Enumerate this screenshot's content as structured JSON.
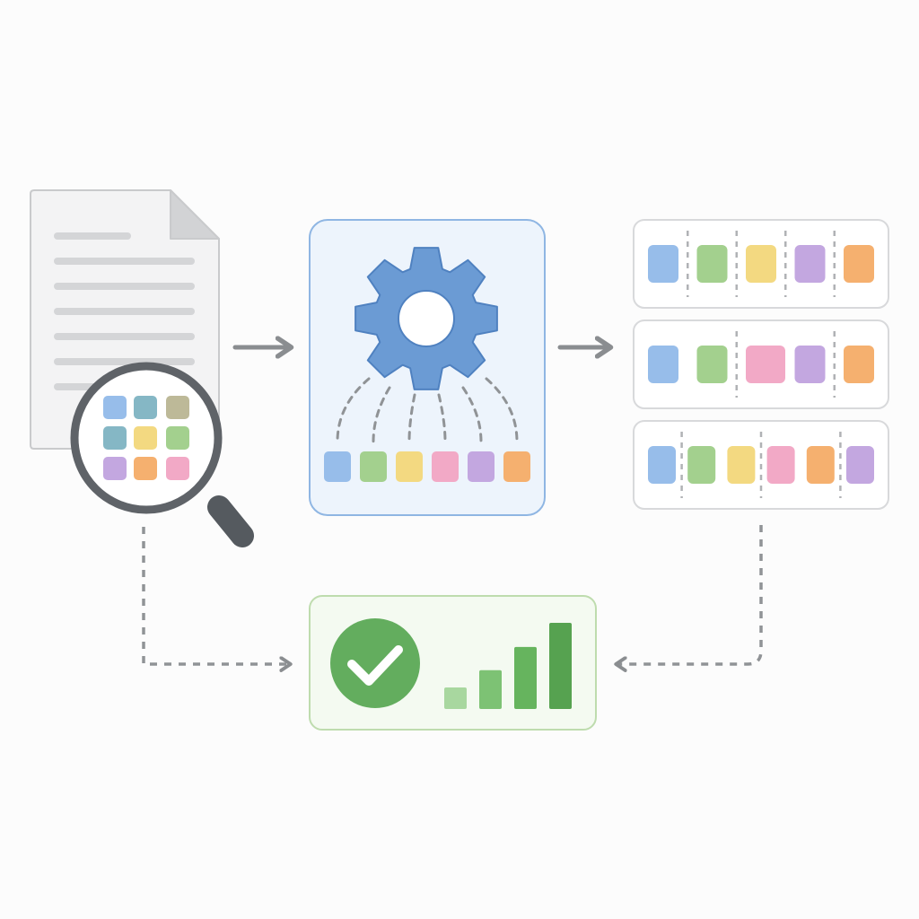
{
  "colors": {
    "background": "#fcfcfc",
    "arrow": "#8a8d90",
    "connector": "#909396",
    "doc_fill": "#f3f3f4",
    "doc_border": "#c9cacc",
    "doc_line": "#d4d5d7",
    "doc_fold": "#d2d3d5",
    "lens_ring": "#5f6368",
    "lens_handle": "#555a5f",
    "process_fill": "#edf4fc",
    "process_border": "#8fb6e3",
    "gear": "#6b9bd4",
    "gear_stroke": "#4f81c0",
    "row_fill": "#ffffff",
    "row_border": "#d8d9db",
    "divider": "#b0b2b5",
    "result_fill": "#f4faf1",
    "result_border": "#bedcae",
    "check_circle": "#63ad5e",
    "check_mark": "#ffffff",
    "bar_shades": [
      "#a8d79f",
      "#7dc274",
      "#66b45e",
      "#56a250"
    ]
  },
  "token_palette": {
    "blue": "#97bdea",
    "teal": "#85b7c5",
    "olive": "#bdb998",
    "green": "#a3d08e",
    "yellow": "#f3d981",
    "pink": "#f2a9c6",
    "purple": "#c3a7e0",
    "orange": "#f5b06f"
  },
  "icons": {
    "document": "document-icon",
    "magnifier": "magnifying-glass-icon",
    "gear": "gear-icon",
    "check": "checkmark-circle-icon",
    "bars": "bar-chart-icon",
    "arrow": "arrow-right-icon"
  },
  "source": {
    "token_grid": [
      [
        "blue",
        "teal",
        "olive"
      ],
      [
        "teal",
        "yellow",
        "green"
      ],
      [
        "purple",
        "orange",
        "pink"
      ]
    ]
  },
  "processor": {
    "output_tokens": [
      "blue",
      "green",
      "yellow",
      "pink",
      "purple",
      "orange"
    ]
  },
  "segmented_rows": [
    {
      "tokens": [
        "blue",
        "green",
        "yellow",
        "purple",
        "orange"
      ],
      "divider_after": [
        0,
        1,
        2,
        3
      ]
    },
    {
      "tokens": [
        "blue",
        "green",
        "pink",
        "purple",
        "orange"
      ],
      "divider_after": [
        1,
        3
      ]
    },
    {
      "tokens": [
        "blue",
        "green",
        "yellow",
        "pink",
        "orange",
        "purple"
      ],
      "divider_after": [
        0,
        2,
        4
      ]
    }
  ],
  "result": {
    "bar_levels": [
      0.25,
      0.45,
      0.72,
      1.0
    ]
  }
}
